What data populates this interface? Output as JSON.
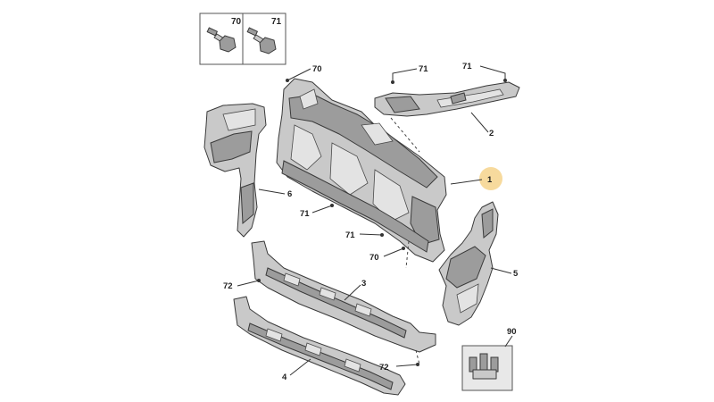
{
  "labels": {
    "box_70": "70",
    "box_71": "71",
    "top_70": "70",
    "top_71_a": "71",
    "top_71_b": "71",
    "part_1": "1",
    "part_2": "2",
    "part_6": "6",
    "mid_71_a": "71",
    "mid_71_b": "71",
    "mid_70": "70",
    "part_5": "5",
    "left_72": "72",
    "part_3": "3",
    "part_90": "90",
    "bottom_72": "72",
    "part_4": "4"
  },
  "colors": {
    "part_fill": "#c9c9c9",
    "highlight": "#f6d48c"
  }
}
